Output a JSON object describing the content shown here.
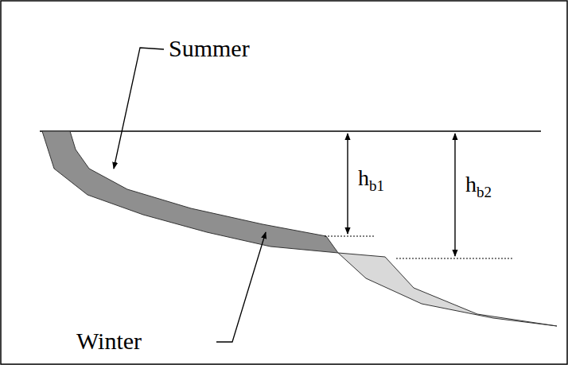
{
  "diagram": {
    "labels": [
      "Summer",
      "Winter",
      "hb1",
      "hb2"
    ]
  }
}
